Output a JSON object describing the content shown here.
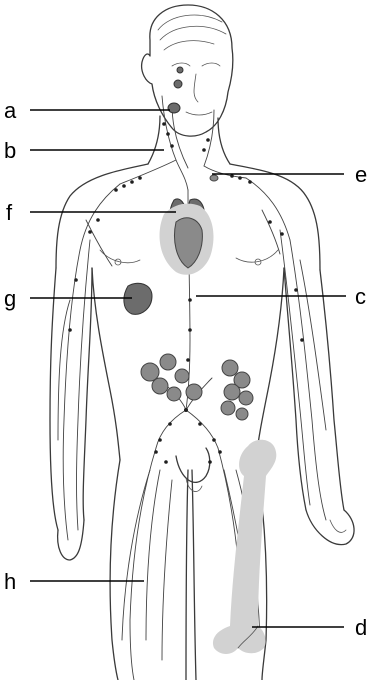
{
  "labels": {
    "a": "a",
    "b": "b",
    "c": "c",
    "d": "d",
    "e": "e",
    "f": "f",
    "g": "g",
    "h": "h"
  }
}
